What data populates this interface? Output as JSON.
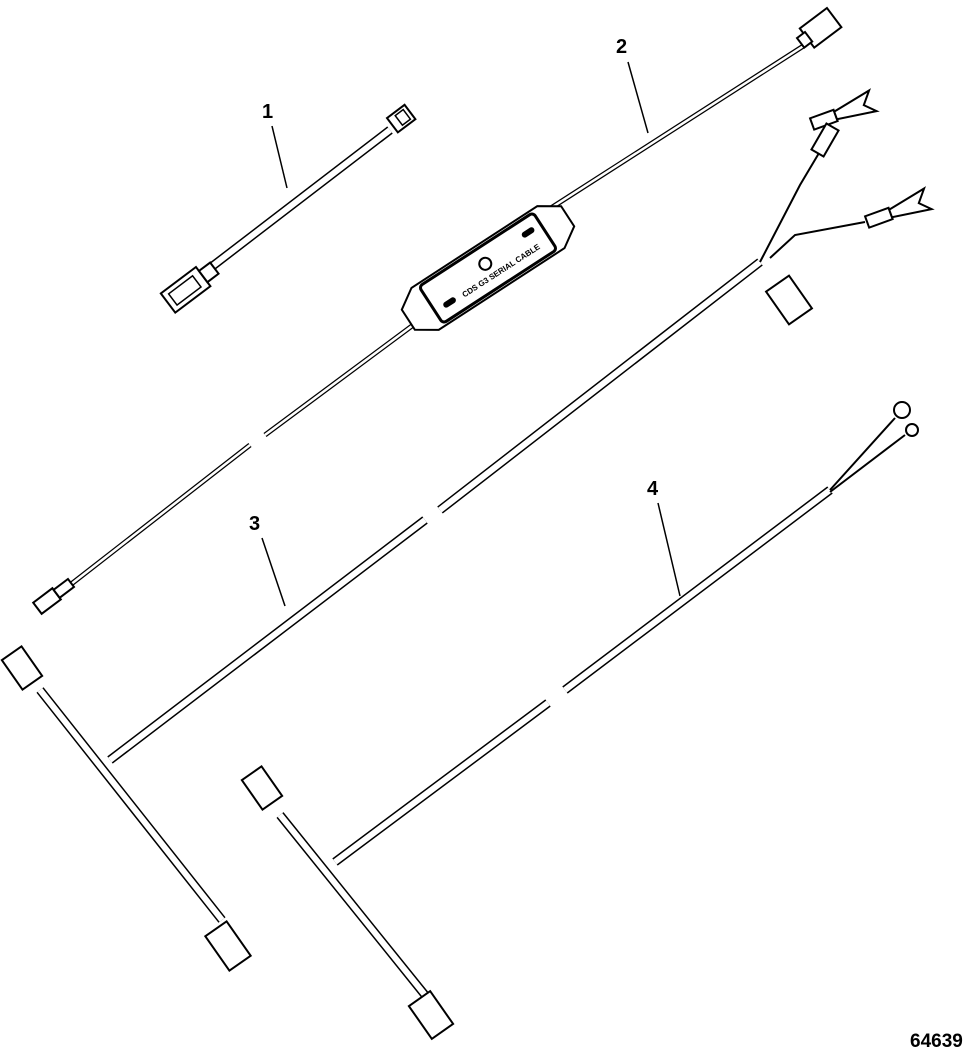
{
  "callouts": [
    {
      "number": "1",
      "item": "cable-1"
    },
    {
      "number": "2",
      "item": "cable-2"
    },
    {
      "number": "3",
      "item": "cable-3"
    },
    {
      "number": "4",
      "item": "cable-4"
    }
  ],
  "module_text": "CDS G3 SERIAL CABLE",
  "figure_number": "64639",
  "colors": {
    "line": "#000000",
    "background": "#ffffff"
  }
}
